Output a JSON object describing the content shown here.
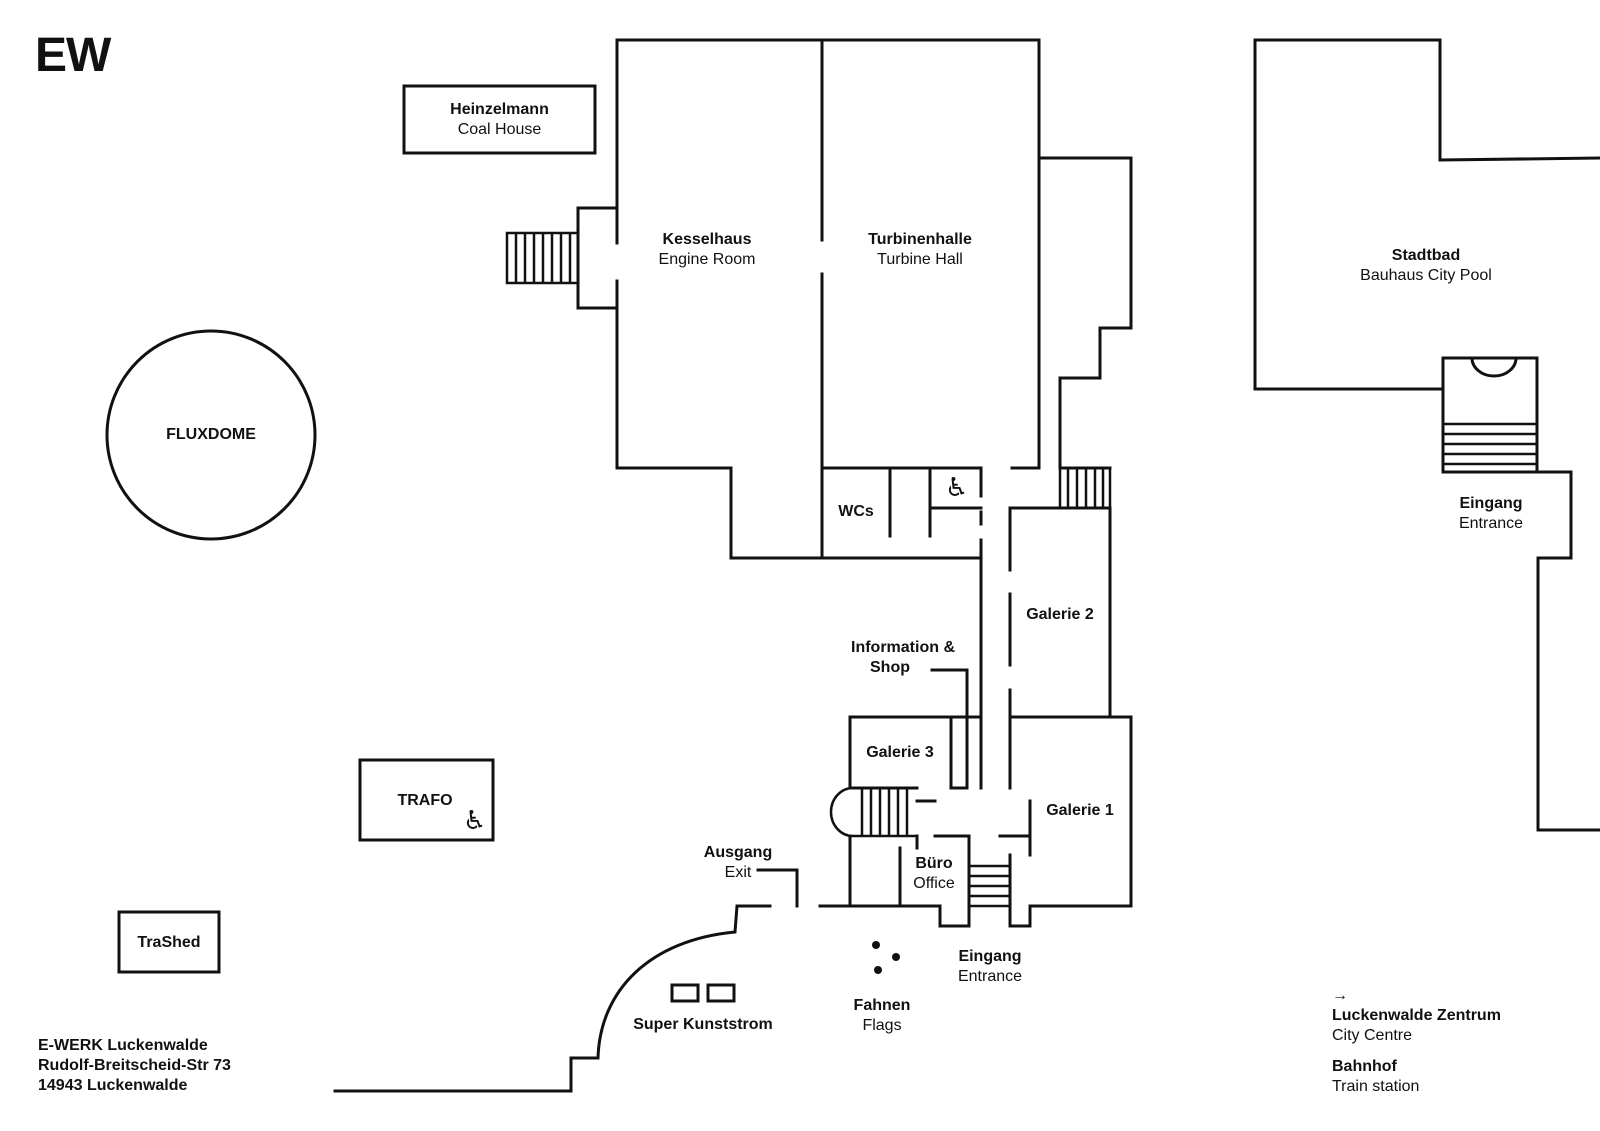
{
  "logo": "EW",
  "buildings": {
    "heinzelmann": {
      "name": "Heinzelmann",
      "sub": "Coal House"
    },
    "kesselhaus": {
      "name": "Kesselhaus",
      "sub": "Engine Room"
    },
    "turbinenhalle": {
      "name": "Turbinenhalle",
      "sub": "Turbine Hall"
    },
    "stadtbad": {
      "name": "Stadtbad",
      "sub": "Bauhaus City Pool"
    },
    "eingang_stadtbad": {
      "name": "Eingang",
      "sub": "Entrance"
    },
    "fluxdome": {
      "name": "FLUXDOME"
    },
    "wcs": {
      "name": "WCs"
    },
    "galerie2": {
      "name": "Galerie 2"
    },
    "info_shop": {
      "line1": "Information &",
      "line2": "Shop"
    },
    "galerie3": {
      "name": "Galerie 3"
    },
    "galerie1": {
      "name": "Galerie 1"
    },
    "trafo": {
      "name": "TRAFO"
    },
    "ausgang": {
      "name": "Ausgang",
      "sub": "Exit"
    },
    "buero": {
      "name": "Büro",
      "sub": "Office"
    },
    "trashed": {
      "name": "TraShed"
    },
    "eingang_main": {
      "name": "Eingang",
      "sub": "Entrance"
    },
    "fahnen": {
      "name": "Fahnen",
      "sub": "Flags"
    },
    "super_kunststrom": {
      "name": "Super Kunststrom"
    }
  },
  "directions": {
    "arrow": "→",
    "zentrum": {
      "name": "Luckenwalde Zentrum",
      "sub": "City Centre"
    },
    "bahnhof": {
      "name": "Bahnhof",
      "sub": "Train station"
    }
  },
  "address": {
    "line1": "E-WERK Luckenwalde",
    "line2": "Rudolf-Breitscheid-Str 73",
    "line3": "14943 Luckenwalde"
  },
  "icons": {
    "wheelchair": "♿"
  }
}
